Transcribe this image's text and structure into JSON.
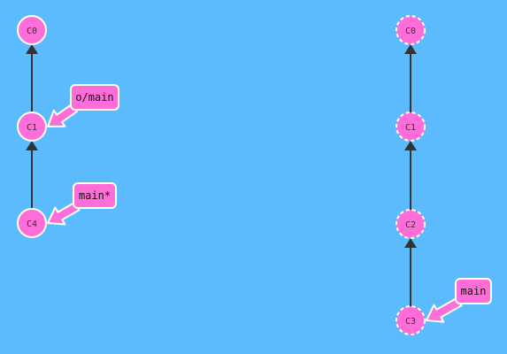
{
  "colors": {
    "background": "#5cbbfc",
    "commit_fill": "#ff6ed8",
    "commit_stroke": "#ffffff",
    "edge": "#333333",
    "branch_fill": "#ff6ed8",
    "branch_stroke": "#ffffff"
  },
  "local": {
    "commits": [
      {
        "id": "C0"
      },
      {
        "id": "C1"
      },
      {
        "id": "C4"
      }
    ],
    "edges": [
      {
        "from": "C1",
        "to": "C0"
      },
      {
        "from": "C4",
        "to": "C1"
      }
    ],
    "branches": [
      {
        "label": "o/main",
        "target": "C1"
      },
      {
        "label": "main*",
        "target": "C4"
      }
    ]
  },
  "remote": {
    "dashed": true,
    "commits": [
      {
        "id": "C0"
      },
      {
        "id": "C1"
      },
      {
        "id": "C2"
      },
      {
        "id": "C3"
      }
    ],
    "edges": [
      {
        "from": "C1",
        "to": "C0"
      },
      {
        "from": "C2",
        "to": "C1"
      },
      {
        "from": "C3",
        "to": "C2"
      }
    ],
    "branches": [
      {
        "label": "main",
        "target": "C3"
      }
    ]
  }
}
